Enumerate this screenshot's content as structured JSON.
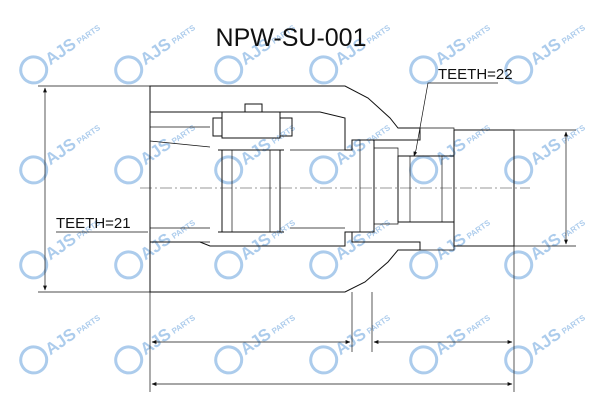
{
  "part_number": "NPW-SU-001",
  "teeth_outer": "TEETH=21",
  "teeth_stem": "TEETH=22",
  "watermark": {
    "brand": "AJS",
    "suffix": "PARTS",
    "color": "#4a8fd6"
  },
  "colors": {
    "line": "#111111",
    "hatch": "#555555"
  }
}
